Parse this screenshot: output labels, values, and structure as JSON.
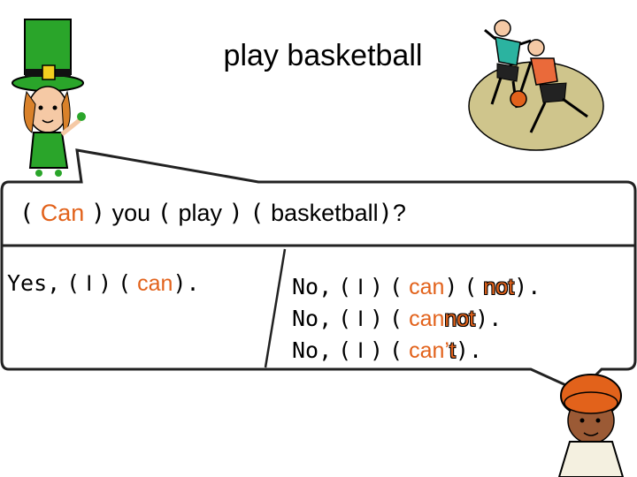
{
  "title": "play basketball",
  "question": {
    "open1": "(",
    "word1": "Can",
    "close1": ")",
    "word2": "you",
    "open2": "(",
    "word3": "play",
    "close2": ")",
    "open3": "(",
    "word4": "basketball",
    "close3": ")",
    "mark": "?"
  },
  "answer_yes": {
    "prefix": "Yes,",
    "open1": "(",
    "pronoun": "I",
    "close1": ")",
    "open2": "(",
    "verb": "can",
    "close2": ").",
    "text": ""
  },
  "answers_no": [
    {
      "prefix": "No,",
      "open1": "(",
      "pronoun": "I",
      "close1": ")",
      "open2": "(",
      "verb": "can",
      "close2": ")",
      "open3": "(",
      "neg": "not",
      "close3": ")."
    },
    {
      "prefix": "No,",
      "open1": "(",
      "pronoun": "I",
      "close1": ")",
      "open2": "(",
      "verb": "can",
      "neg": "not",
      "close2": ")."
    },
    {
      "prefix": "No,",
      "open1": "(",
      "pronoun": "I",
      "close1": ")",
      "open2": "(",
      "verb": "can’",
      "neg": "t",
      "close2": ")."
    }
  ],
  "colors": {
    "accent": "#e2621b",
    "hat": "#2aa52a",
    "turban": "#e2621b",
    "court": "#cfc58c"
  },
  "icons": [
    "leprechaun-girl-illustration",
    "basketball-players-illustration",
    "turban-boy-illustration"
  ]
}
